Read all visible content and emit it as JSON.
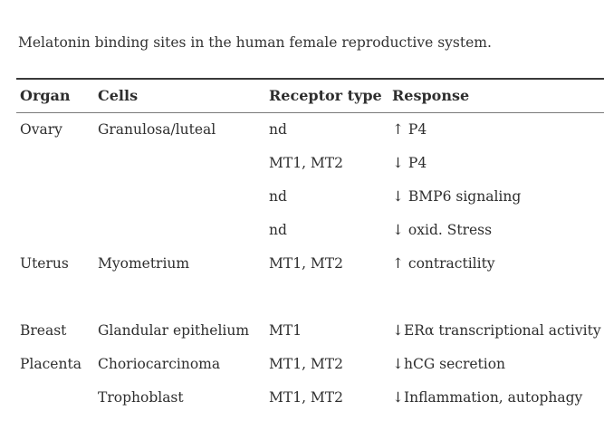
{
  "caption": {
    "text": "Melatonin binding sites in the human female reproductive system."
  },
  "table": {
    "columns": {
      "organ": "Organ",
      "cells": "Cells",
      "receptor": "Receptor type",
      "response": "Response"
    },
    "rows": [
      {
        "organ": "Ovary",
        "cells": "Granulosa/luteal",
        "receptor": "nd",
        "response": "↑ P4"
      },
      {
        "organ": "",
        "cells": "",
        "receptor": "MT1, MT2",
        "response": "↓ P4"
      },
      {
        "organ": "",
        "cells": "",
        "receptor": "nd",
        "response": "↓ BMP6 signaling"
      },
      {
        "organ": "",
        "cells": "",
        "receptor": "nd",
        "response": "↓ oxid. Stress"
      },
      {
        "organ": "Uterus",
        "cells": "Myometrium",
        "receptor": "MT1, MT2",
        "response": "↑ contractility"
      },
      {
        "organ": "",
        "cells": "",
        "receptor": "",
        "response": ""
      },
      {
        "organ": "Breast",
        "cells": "Glandular epithelium",
        "receptor": "MT1",
        "response": "↓ERα transcriptional activity"
      },
      {
        "organ": "Placenta",
        "cells": "Choriocarcinoma",
        "receptor": "MT1, MT2",
        "response": "↓hCG secretion"
      },
      {
        "organ": "",
        "cells": "Trophoblast",
        "receptor": "MT1, MT2",
        "response": "↓Inflammation, autophagy"
      }
    ]
  },
  "colors": {
    "background": "#ffffff",
    "text": "#2e2e2e",
    "caption_text": "#333333",
    "top_rule": "#3a3a3a",
    "header_rule": "#7a7a7a"
  }
}
